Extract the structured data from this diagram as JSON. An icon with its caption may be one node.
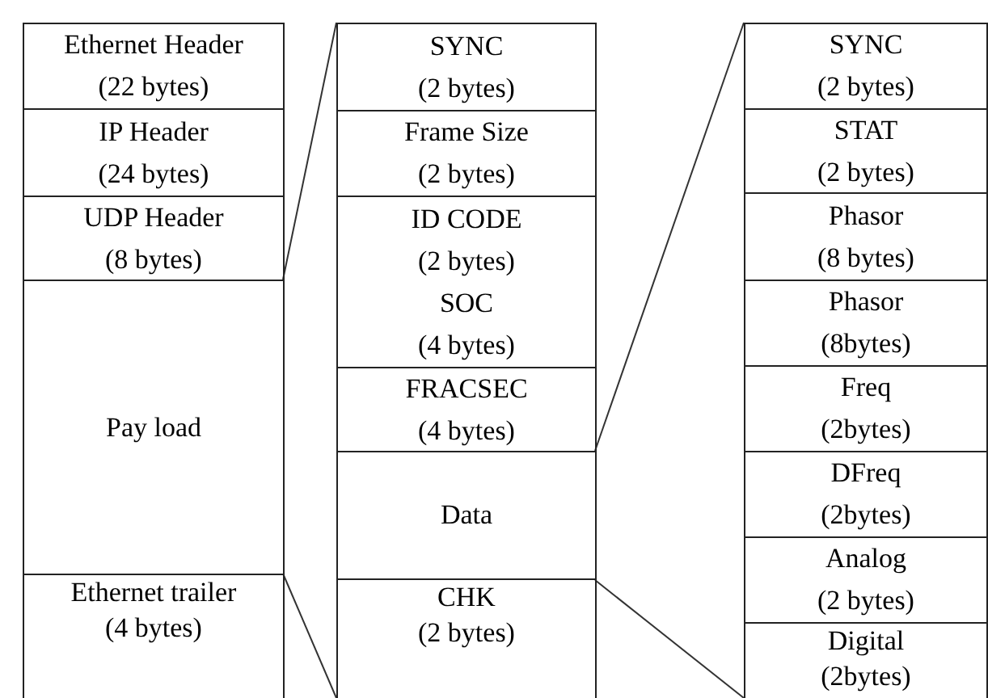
{
  "diagram": {
    "nodes": [
      {
        "text": [
          "Ethernet Header (22 bytes)"
        ]
      },
      {
        "text": [
          "IP Header (24 bytes)"
        ]
      },
      {
        "text": [
          "UDP Header (8 bytes)"
        ]
      },
      {
        "text": [
          "Pay load"
        ]
      },
      {
        "text": [
          "Ethernet trailer (4 bytes)"
        ]
      },
      {
        "text": [
          "SYNC (2 bytes)"
        ]
      },
      {
        "text": [
          "Frame Size (2 bytes)"
        ]
      },
      {
        "text": [
          "ID CODE (2 bytes)",
          "SOC (4 bytes)"
        ]
      },
      {
        "text": [
          "FRACSEC (4 bytes)"
        ]
      },
      {
        "text": [
          "Data"
        ]
      },
      {
        "text": [
          "CHK (2 bytes)"
        ]
      },
      {
        "text": [
          "SYNC (2 bytes)"
        ]
      },
      {
        "text": [
          "STAT (2 bytes)"
        ]
      },
      {
        "text": [
          "Phasor (8 bytes)"
        ]
      },
      {
        "text": [
          "Phasor (8bytes)"
        ]
      },
      {
        "text": [
          "Freq (2bytes)"
        ]
      },
      {
        "text": [
          "DFreq (2bytes)"
        ]
      },
      {
        "text": [
          "Analog (2 bytes)"
        ]
      },
      {
        "text": [
          "Digital (2bytes)"
        ]
      }
    ],
    "edges": [
      {
        "from": 3,
        "to": 5,
        "arrow": "none"
      },
      {
        "from": 3,
        "to": 10,
        "arrow": "none"
      },
      {
        "from": 9,
        "to": 11,
        "arrow": "none"
      },
      {
        "from": 9,
        "to": 18,
        "arrow": "none"
      }
    ]
  }
}
